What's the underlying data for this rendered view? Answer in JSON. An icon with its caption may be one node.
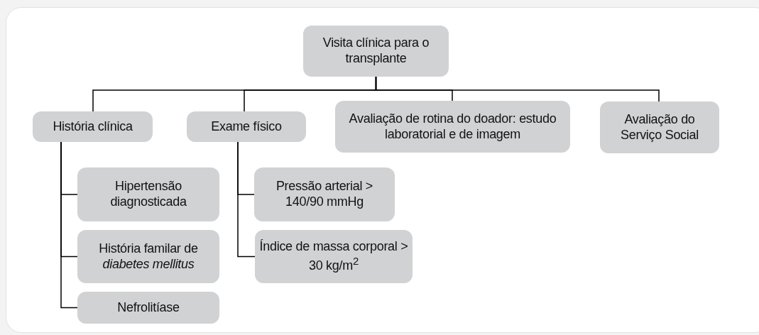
{
  "diagram": {
    "nodes": [
      {
        "text": [
          "Visita clínica para o transplante"
        ]
      },
      {
        "text": [
          "História clínica"
        ]
      },
      {
        "text": [
          "Exame físico"
        ]
      },
      {
        "text": [
          "Avaliação de rotina do doador: estudo laboratorial e de imagem"
        ]
      },
      {
        "text": [
          "Avaliação do Serviço Social"
        ]
      },
      {
        "text": [
          "Hipertensão diagnosticada"
        ]
      },
      {
        "text": [
          "História familar de *diabetes mellitus*"
        ]
      },
      {
        "text": [
          "Nefrolitíase"
        ]
      },
      {
        "text": [
          "Pressão arterial > 140/90 mmHg"
        ]
      },
      {
        "text": [
          "Índice de massa corporal > 30 kg/m$^{2}$"
        ]
      }
    ],
    "edges": [
      {
        "from": 0,
        "to": 1,
        "arrow": "none"
      },
      {
        "from": 0,
        "to": 2,
        "arrow": "none"
      },
      {
        "from": 0,
        "to": 3,
        "arrow": "none"
      },
      {
        "from": 0,
        "to": 4,
        "arrow": "none"
      },
      {
        "from": 1,
        "to": 5,
        "arrow": "none"
      },
      {
        "from": 1,
        "to": 6,
        "arrow": "none"
      },
      {
        "from": 1,
        "to": 7,
        "arrow": "none"
      },
      {
        "from": 2,
        "to": 8,
        "arrow": "none"
      },
      {
        "from": 2,
        "to": 9,
        "arrow": "none"
      }
    ]
  }
}
